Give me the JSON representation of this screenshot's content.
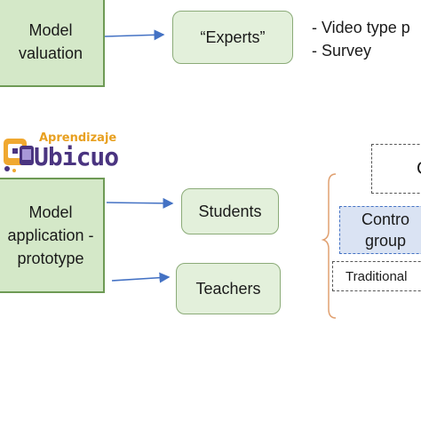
{
  "evaluation": {
    "model_box_text": "Model\nvaluation",
    "experts_label": "“Experts”",
    "bullets": [
      "- Video type p",
      "- Survey"
    ]
  },
  "logo": {
    "line1": "Aprendizaje",
    "line2": "Ubicuo"
  },
  "application": {
    "model_box_text": "Model\napplication -\nprototype",
    "students_label": "Students",
    "teachers_label": "Teachers"
  },
  "groups": {
    "top_fragment": "C",
    "control_text": "Contro\ngroup",
    "traditional_text": "Traditional"
  },
  "colors": {
    "green_fill": "#d4e8c8",
    "green_border": "#6e9a55",
    "arrow": "#4472c4",
    "brace": "#e0a070",
    "control_fill": "#dae3f3"
  }
}
